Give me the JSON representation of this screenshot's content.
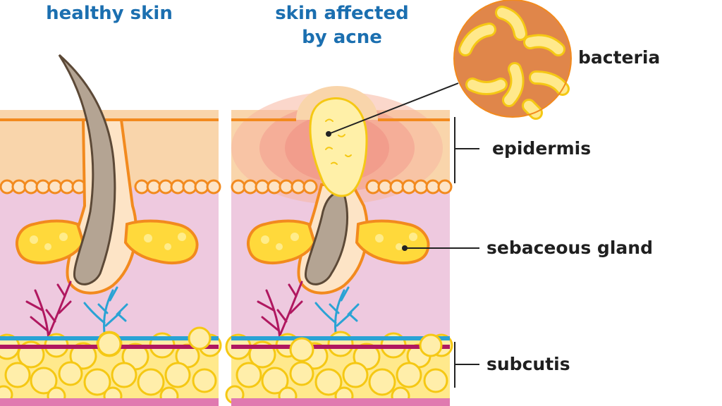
{
  "panels": {
    "healthy_title": "healthy skin",
    "acne_title_line1": "skin affected",
    "acne_title_line2": "by acne"
  },
  "labels": {
    "bacteria": "bacteria",
    "epidermis": "epidermis",
    "sebaceous_gland": "sebaceous gland",
    "subcutis": "subcutis"
  },
  "colors": {
    "title_blue": "#1b6fb0",
    "label_text": "#1f1f1f",
    "epidermis": "#f9d5ab",
    "follicle_orange": "#f28a1e",
    "dermis_pink": "#eec9df",
    "gland_yellow": "#ffd93b",
    "hair": "#b4a493",
    "pus": "#fff0a8",
    "inflammation": "#ef8f84",
    "artery": "#b01860",
    "vein": "#2aa3d4",
    "bacteria_bg": "#e0864a",
    "bacteria": "#ffe98c"
  }
}
